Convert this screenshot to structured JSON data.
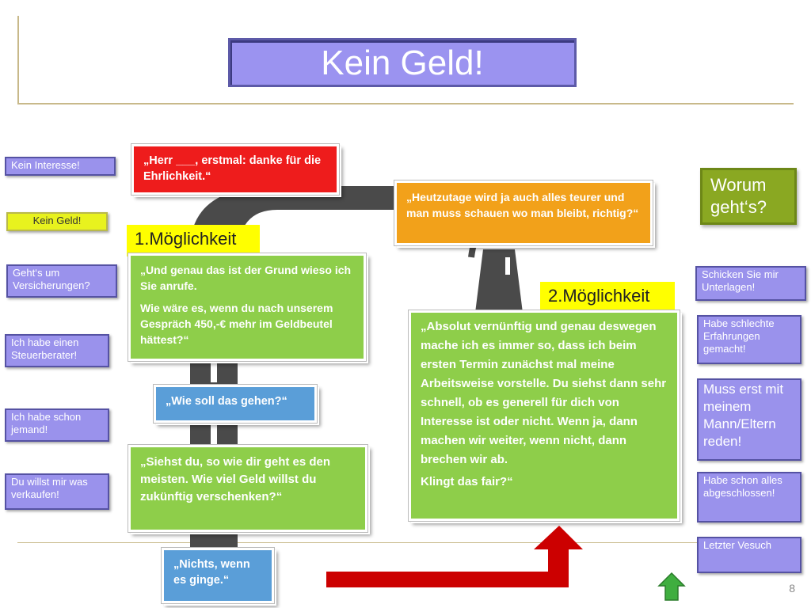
{
  "title": "Kein Geld!",
  "nav_left": [
    {
      "label": "Kein Interesse!"
    },
    {
      "label": "Kein Geld!"
    },
    {
      "label": "Geht‘s um Versicherungen?"
    },
    {
      "label": "Ich habe einen Steuerberater!"
    },
    {
      "label": "Ich habe schon jemand!"
    },
    {
      "label": "Du willst mir was verkaufen!"
    }
  ],
  "nav_right": [
    {
      "label": "Schicken Sie mir Unterlagen!"
    },
    {
      "label": "Habe schlechte Erfahrungen gemacht!"
    },
    {
      "label": "Muss erst mit meinem Mann/Eltern reden!"
    },
    {
      "label": "Habe schon alles abgeschlossen!"
    },
    {
      "label": "Letzter Vesuch"
    }
  ],
  "worum": "Worum geht‘s?",
  "cards": {
    "red": "„Herr ___, erstmal: danke für die Ehrlichkeit.“",
    "orange": "„Heutzutage wird ja auch alles teurer und man muss schauen wo man bleibt, richtig?“",
    "moeglichkeit1": "1.Möglichkeit",
    "moeglichkeit2": "2.Möglichkeit",
    "green1_line1": "„Und genau das ist der Grund wieso ich Sie anrufe.",
    "green1_line2": "Wie wäre es, wenn du nach unserem Gespräch 450,-€ mehr im Geldbeutel hättest?“",
    "blue1": "„Wie soll das gehen?“",
    "green2": "„Siehst du, so wie dir geht es den meisten. Wie viel Geld willst du zukünftig verschenken?“",
    "blue2": "„Nichts, wenn es ginge.“",
    "green3_main": "„Absolut vernünftig und genau deswegen mache ich es immer so, dass ich beim ersten Termin zunächst mal meine Arbeitsweise vorstelle. Du siehst dann sehr schnell, ob es generell für dich von Interesse ist oder nicht. Wenn ja, dann machen wir weiter, wenn nicht, dann brechen wir ab.",
    "green3_end": "Klingt das fair?“"
  },
  "page_number": "8",
  "colors": {
    "nav": "#9a92ec",
    "active_nav": "#e8f21e",
    "red": "#ee1c1c",
    "orange": "#f2a11a",
    "green": "#8ece4a",
    "blue": "#5a9ed8",
    "arrow": "#cc0000",
    "home_icon": "#3fae3f"
  }
}
